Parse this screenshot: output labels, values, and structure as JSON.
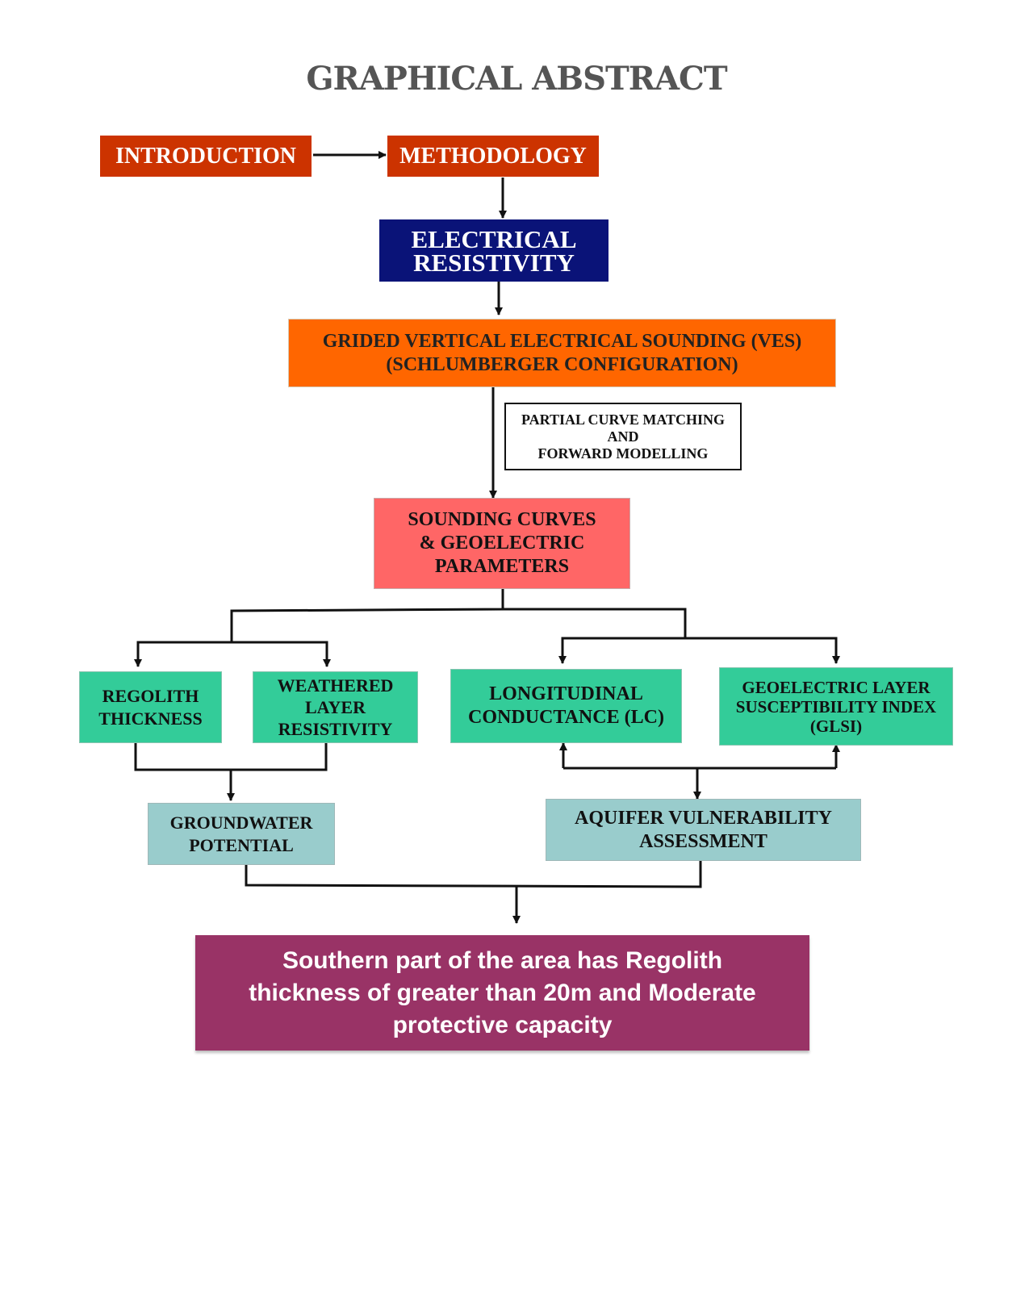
{
  "title": "GRAPHICAL ABSTRACT",
  "nodes": {
    "introduction": "INTRODUCTION",
    "methodology": "METHODOLOGY",
    "electrical_resistivity": "ELECTRICAL\nRESISTIVITY",
    "ves": "GRIDED VERTICAL ELECTRICAL SOUNDING (VES)\n(SCHLUMBERGER CONFIGURATION)",
    "curve_matching": "PARTIAL CURVE MATCHING\nAND\nFORWARD MODELLING",
    "sounding_curves": "SOUNDING CURVES\n& GEOELECTRIC\nPARAMETERS",
    "regolith_thickness": "REGOLITH\nTHICKNESS",
    "weathered_layer_resistivity": "WEATHERED\nLAYER\nRESISTIVITY",
    "longitudinal_conductance": "LONGITUDINAL\nCONDUCTANCE (LC)",
    "glsi": "GEOELECTRIC LAYER\nSUSCEPTIBILITY INDEX\n(GLSI)",
    "groundwater_potential": "GROUNDWATER\nPOTENTIAL",
    "aquifer_vulnerability": "AQUIFER VULNERABILITY\nASSESSMENT",
    "result": "Southern part of the area has Regolith\nthickness of greater than 20m and Moderate\nprotective capacity"
  },
  "colors": {
    "intro_method": "#cc3300",
    "electrical_resistivity": "#0a1378",
    "ves": "#ff6600",
    "sounding_curves": "#ff6666",
    "parameters": "#33cc99",
    "outcomes": "#99cccc",
    "result": "#993366",
    "connector": "#111111"
  }
}
